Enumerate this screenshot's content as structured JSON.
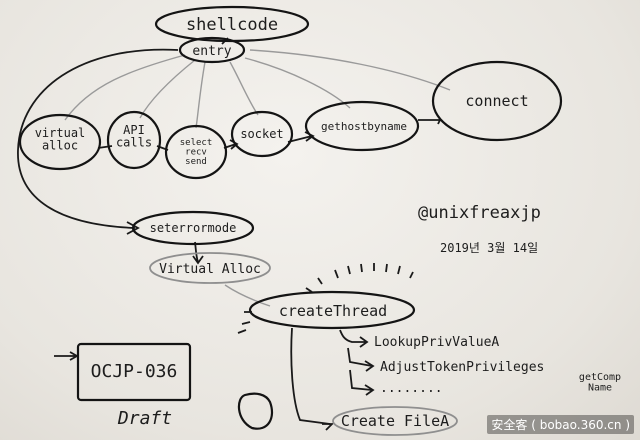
{
  "nodes": [
    {
      "id": "shellcode",
      "label": "shellcode"
    },
    {
      "id": "entry",
      "label": "entry"
    },
    {
      "id": "virtual-alloc-1",
      "label": "virtual\nalloc"
    },
    {
      "id": "api-calls",
      "label": "API\ncalls"
    },
    {
      "id": "select-recv-send",
      "label": "select\nrecv\nsend"
    },
    {
      "id": "socket",
      "label": "socket"
    },
    {
      "id": "gethostbyname",
      "label": "gethostbyname"
    },
    {
      "id": "connect",
      "label": "connect"
    },
    {
      "id": "seterrormode",
      "label": "seterrormode"
    },
    {
      "id": "virtual-alloc-2",
      "label": "Virtual Alloc"
    },
    {
      "id": "create-thread",
      "label": "createThread"
    },
    {
      "id": "lookup-priv",
      "label": "LookupPrivValueA"
    },
    {
      "id": "adjust-token",
      "label": "AdjustTokenPrivileges"
    },
    {
      "id": "get-comp-name",
      "label": "getComp\nName"
    },
    {
      "id": "create-file",
      "label": "Create FileA"
    },
    {
      "id": "more-calls",
      "label": "........"
    }
  ],
  "annotations": {
    "author": "@unixfreaxjp",
    "date": "2019년 3월 14일",
    "sample_id": "OCJP-036",
    "status": "Draft"
  },
  "watermark": "安全客 ( bobao.360.cn )"
}
